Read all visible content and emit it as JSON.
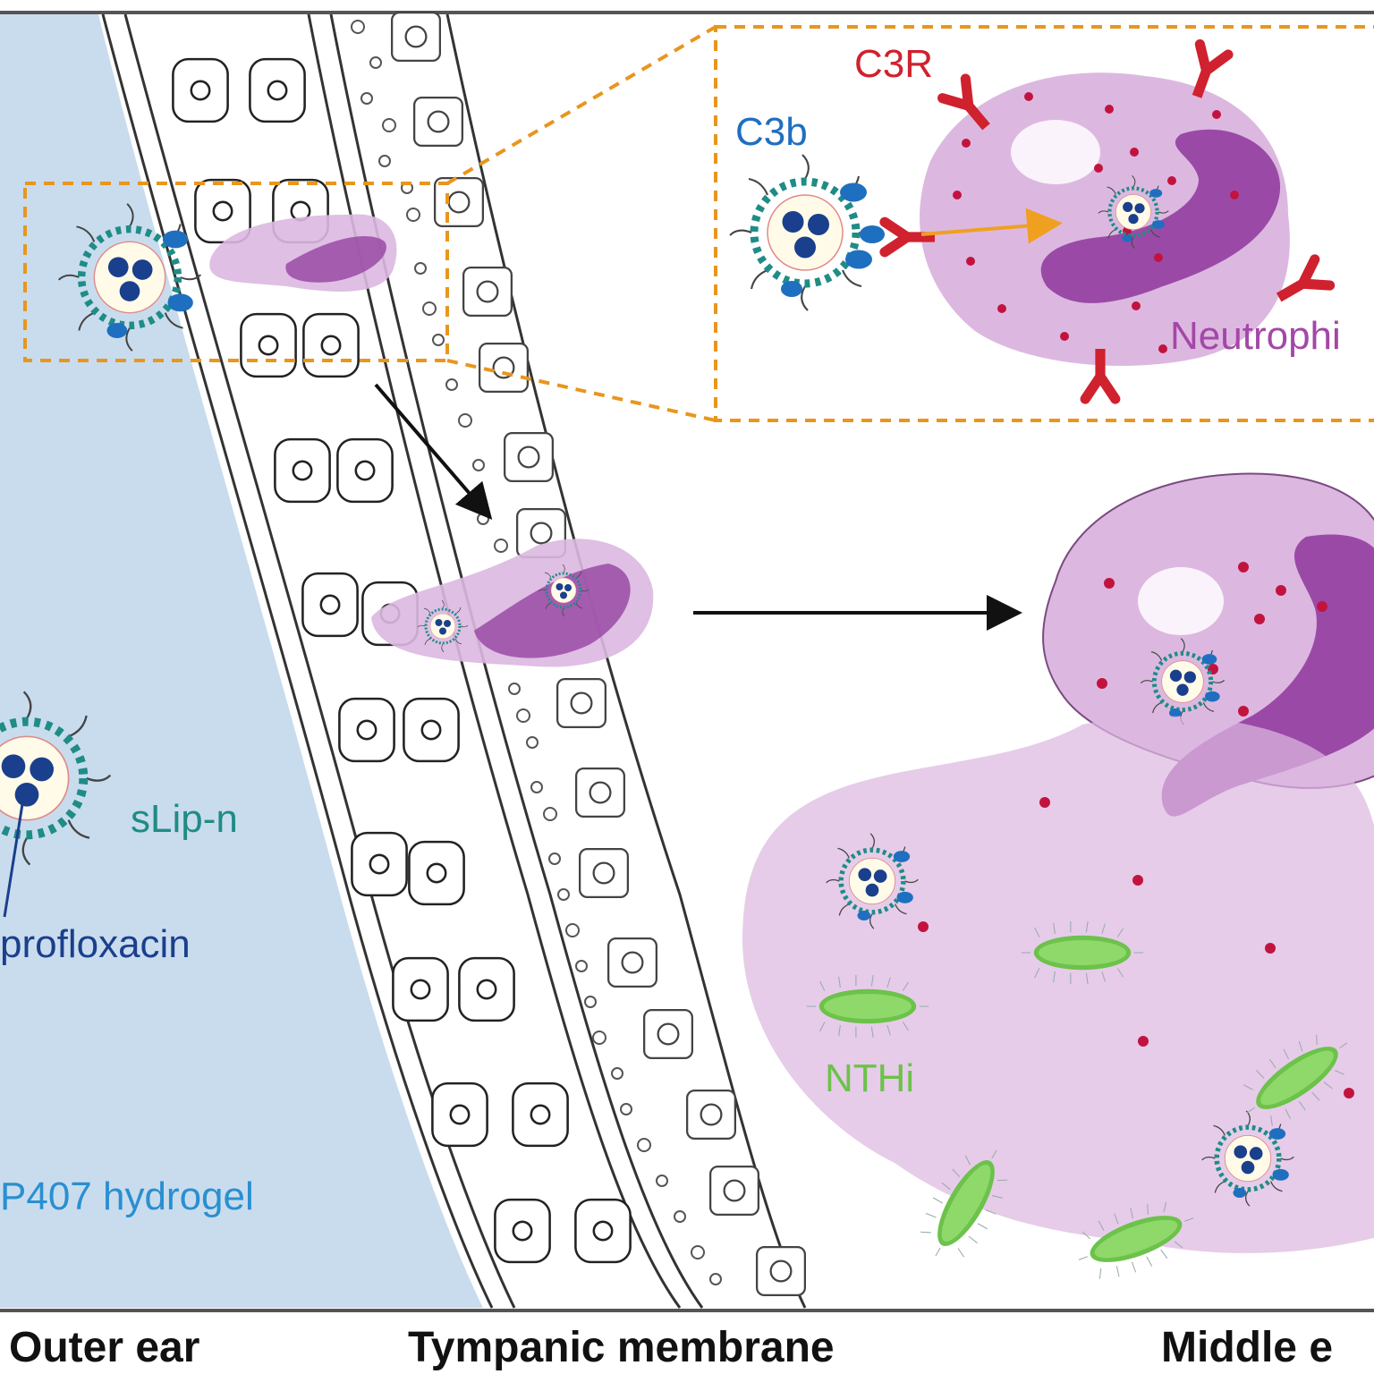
{
  "labels": {
    "c3r": "C3R",
    "c3b": "C3b",
    "neutrophil": "Neutrophi",
    "slip_n": "sLip-n",
    "ciprofloxacin": "profloxacin",
    "hydrogel": "P407 hydrogel",
    "nthi": "NTHi"
  },
  "regions": {
    "outer_ear": "Outer ear",
    "tympanic_membrane": "Tympanic membrane",
    "middle_ear": "Middle e"
  },
  "colors": {
    "hydrogel_bg": "#c9dcee",
    "neutrophil_light": "#dcb8e0",
    "neutrophil_dark": "#9a4aa6",
    "receptor_red": "#d0212e",
    "c3b_blue": "#1f6fc0",
    "liposome_teal": "#1f8c86",
    "bacteria_green": "#6cc24a",
    "zoom_orange": "#e8961e",
    "label_c3r": "#d0212e",
    "label_c3b": "#1f6fc0",
    "label_neutrophil": "#a447a8",
    "label_slip": "#1f8c86",
    "label_cipro": "#1a3f8c",
    "label_hydrogel": "#2a8fd0",
    "label_nthi": "#6cc24a"
  }
}
